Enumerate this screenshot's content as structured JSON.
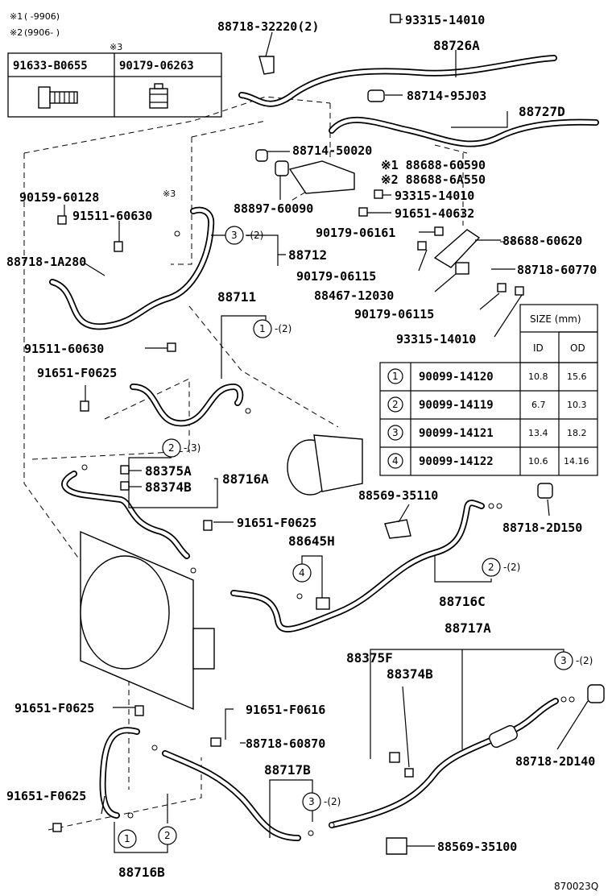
{
  "notes": [
    {
      "mark": "※1",
      "text": "(      -9906)"
    },
    {
      "mark": "※2",
      "text": "(9906-      )"
    }
  ],
  "header_table": {
    "mark": "※3",
    "cols": [
      "91633-B0655",
      "90179-06263"
    ]
  },
  "callouts": {
    "c_8871832220": "88718-32220(2)",
    "c_9331514010a": "93315-14010",
    "c_88726A": "88726A",
    "c_8871495J03": "88714-95J03",
    "c_88727D": "88727D",
    "c_8871450020": "88714-50020",
    "c_8868860590": "※1 88688-60590",
    "c_886886A550": "※2 88688-6A550",
    "c_9331514010b": "93315-14010",
    "c_8889760090": "88897-60090",
    "c_9165140632": "91651-40632",
    "c_9017906161": "90179-06161",
    "c_8868860620": "88688-60620",
    "c_9017906115a": "90179-06115",
    "c_8871860770": "88718-60770",
    "c_8846712030": "88467-12030",
    "c_9017906115b": "90179-06115",
    "c_9331514010c": "93315-14010",
    "c_9015960128": "90159-60128",
    "c_mark3": "※3",
    "c_9151160630a": "91511-60630",
    "c_871812A280": "88718-1A280",
    "c_88712": "88712",
    "c_88711": "88711",
    "c_9151160630b": "91511-60630",
    "c_91651F0625a": "91651-F0625",
    "c_88375A": "88375A",
    "c_88374Ba": "88374B",
    "c_88716A": "88716A",
    "c_91651F0625b": "91651-F0625",
    "c_88645H": "88645H",
    "c_8856935110": "88569-35110",
    "c_887182D150": "88718-2D150",
    "c_88716C": "88716C",
    "c_88717A": "88717A",
    "c_88375F": "88375F",
    "c_88374Bb": "88374B",
    "c_91651F0625c": "91651-F0625",
    "c_91651F0616": "91651-F0616",
    "c_8871860870": "88718-60870",
    "c_887182D140": "88718-2D140",
    "c_88717B": "88717B",
    "c_91651F0625d": "91651-F0625",
    "c_8856935100": "88569-35100",
    "c_88716B": "88716B",
    "c_qty2": "-(2)",
    "c_qty3": "-(3)"
  },
  "circles": {
    "n1": "1",
    "n2": "2",
    "n3": "3",
    "n4": "4"
  },
  "size_table": {
    "title": "SIZE (mm)",
    "col_id": "ID",
    "col_od": "OD",
    "rows": [
      {
        "no": "1",
        "part": "90099-14120",
        "id": "10.8",
        "od": "15.6"
      },
      {
        "no": "2",
        "part": "90099-14119",
        "id": "6.7",
        "od": "10.3"
      },
      {
        "no": "3",
        "part": "90099-14121",
        "id": "13.4",
        "od": "18.2"
      },
      {
        "no": "4",
        "part": "90099-14122",
        "id": "10.6",
        "od": "14.16"
      }
    ]
  },
  "diagram_code": "870023Q"
}
